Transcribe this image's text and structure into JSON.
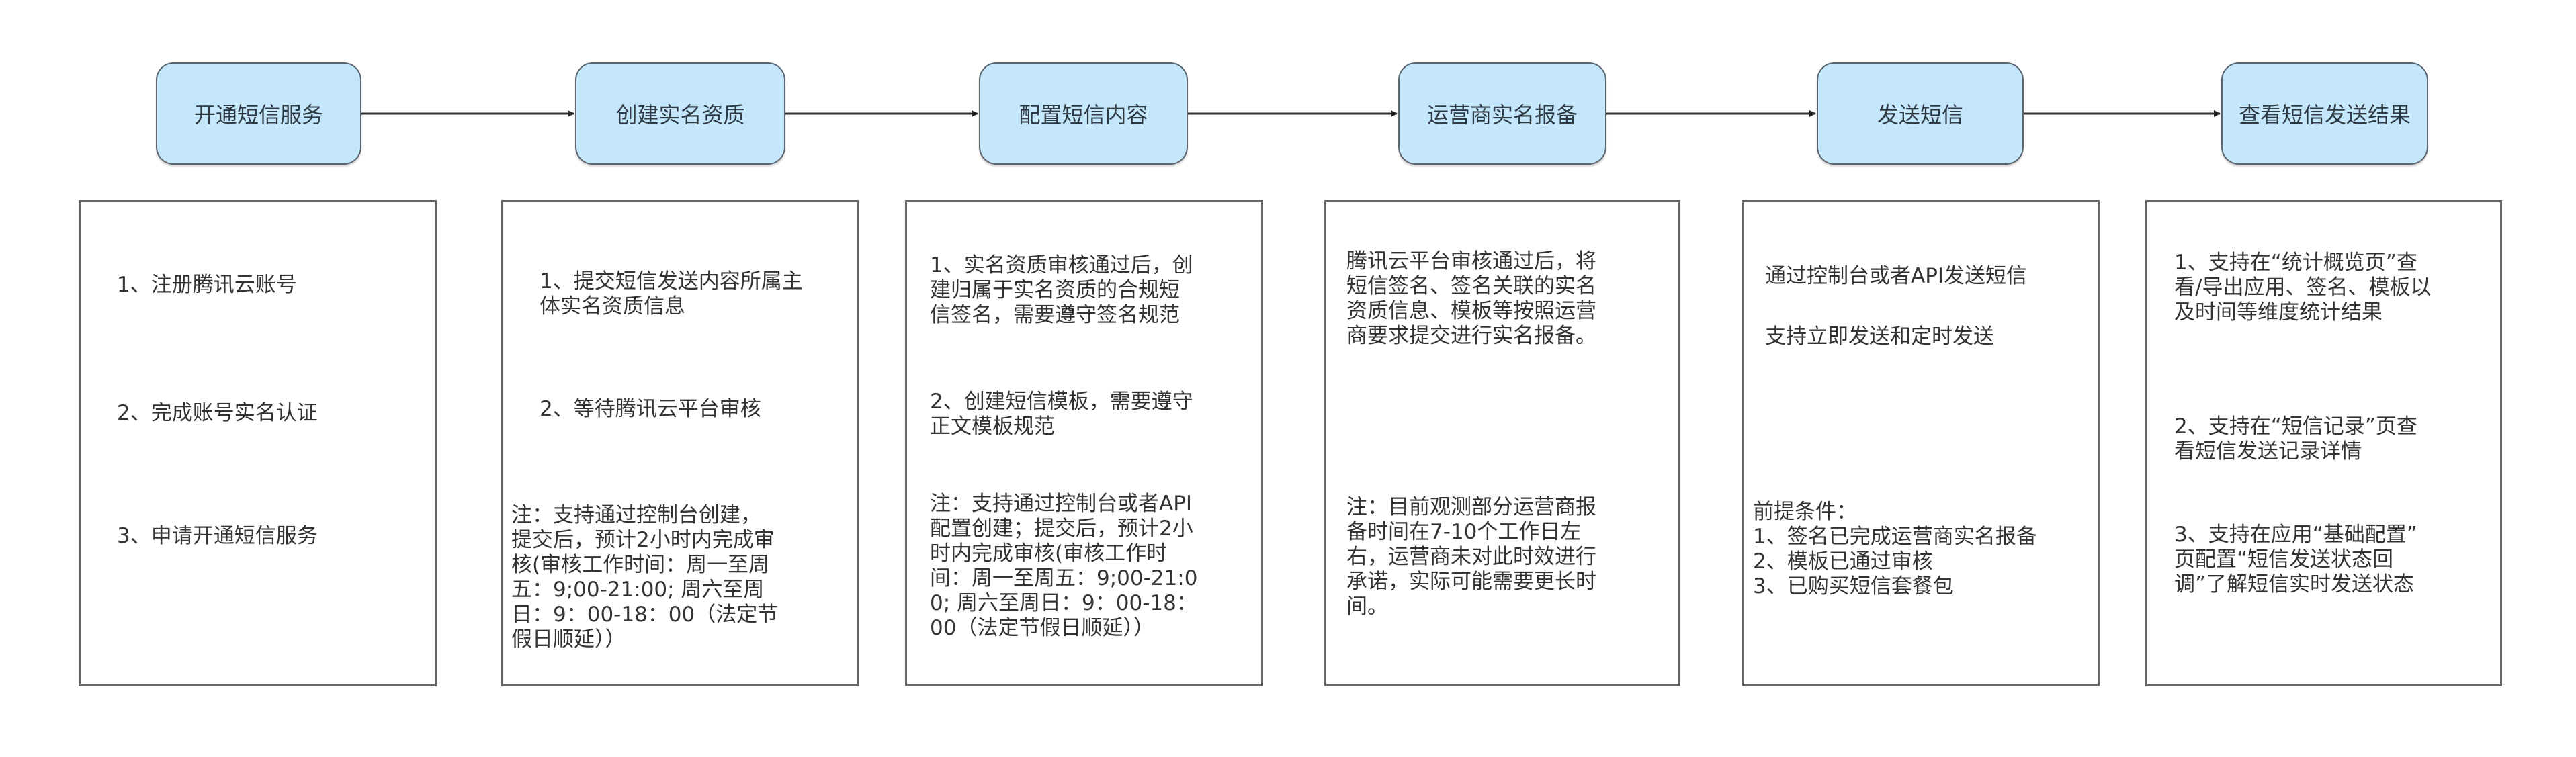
{
  "steps": [
    {
      "label": "开通短信服务"
    },
    {
      "label": "创建实名资质"
    },
    {
      "label": "配置短信内容"
    },
    {
      "label": "运营商实名报备"
    },
    {
      "label": "发送短信"
    },
    {
      "label": "查看短信发送结果"
    }
  ],
  "details": [
    {
      "paragraphs": [
        "1、注册腾讯云账号",
        "2、完成账号实名认证",
        "3、申请开通短信服务"
      ]
    },
    {
      "paragraphs": [
        "1、提交短信发送内容所属主\n体实名资质信息",
        "2、等待腾讯云平台审核",
        "注：支持通过控制台创建，\n提交后，预计2小时内完成审\n核(审核工作时间：周一至周\n五：9;00-21:00; 周六至周\n日：9：00-18：00（法定节\n假日顺延））"
      ]
    },
    {
      "paragraphs": [
        "1、实名资质审核通过后，创\n建归属于实名资质的合规短\n信签名，需要遵守签名规范",
        "2、创建短信模板，需要遵守\n正文模板规范",
        "注：支持通过控制台或者API\n配置创建；提交后，预计2小\n时内完成审核(审核工作时\n间：周一至周五：9;00-21:0\n0; 周六至周日：9：00-18：\n00（法定节假日顺延））"
      ]
    },
    {
      "paragraphs": [
        "腾讯云平台审核通过后，将\n短信签名、签名关联的实名\n资质信息、模板等按照运营\n商要求提交进行实名报备。",
        "注：目前观测部分运营商报\n备时间在7-10个工作日左\n右，运营商未对此时效进行\n承诺，实际可能需要更长时\n间。"
      ]
    },
    {
      "paragraphs": [
        "通过控制台或者API发送短信",
        "支持立即发送和定时发送",
        "前提条件：\n1、签名已完成运营商实名报备\n2、模板已通过审核\n3、已购买短信套餐包"
      ]
    },
    {
      "paragraphs": [
        "1、支持在“统计概览页”查\n看/导出应用、签名、模板以\n及时间等维度统计结果",
        "2、支持在“短信记录”页查\n看短信发送记录详情",
        "3、支持在应用“基础配置”\n页配置“短信发送状态回\n调”了解短信实时发送状态"
      ]
    }
  ],
  "colors": {
    "step_fill": "#c5e7fb",
    "step_border": "#5a6570",
    "arrow": "#333333"
  }
}
